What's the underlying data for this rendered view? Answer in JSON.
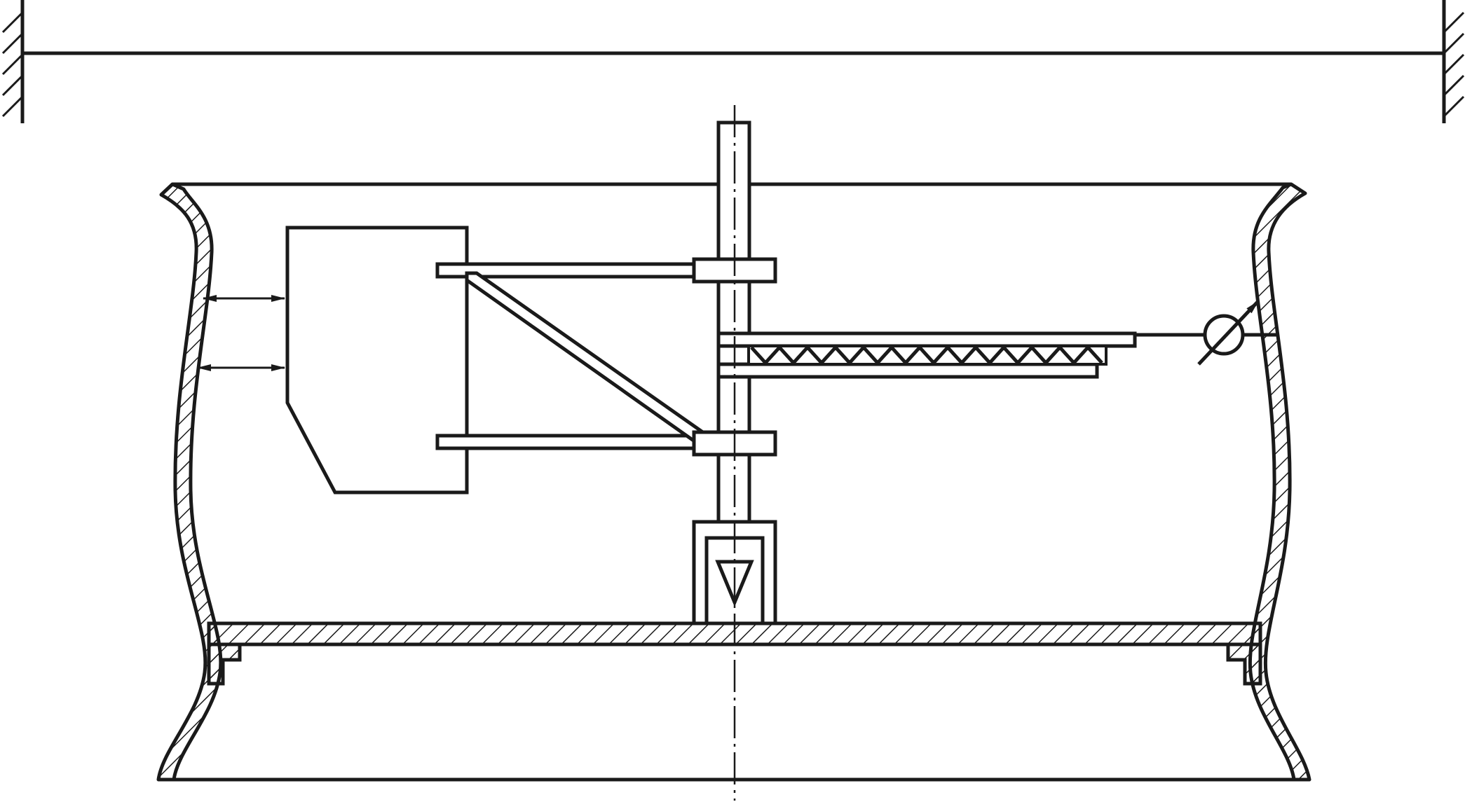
{
  "diagram": {
    "description_text": "",
    "components": [
      {
        "name": "ceiling-beam"
      },
      {
        "name": "fixed-support-left"
      },
      {
        "name": "fixed-support-right"
      },
      {
        "name": "vessel-shell"
      },
      {
        "name": "vessel-floor-plate"
      },
      {
        "name": "vertical-column"
      },
      {
        "name": "upper-clamp-collar"
      },
      {
        "name": "lower-clamp-collar"
      },
      {
        "name": "measuring-head-block"
      },
      {
        "name": "truss-arm"
      },
      {
        "name": "base-socket-with-triangle-marker"
      },
      {
        "name": "adjustable-resistor-symbol"
      }
    ],
    "colors": {
      "line": "#1a1a1a",
      "background": "#ffffff",
      "hatch": "#1a1a1a"
    }
  }
}
